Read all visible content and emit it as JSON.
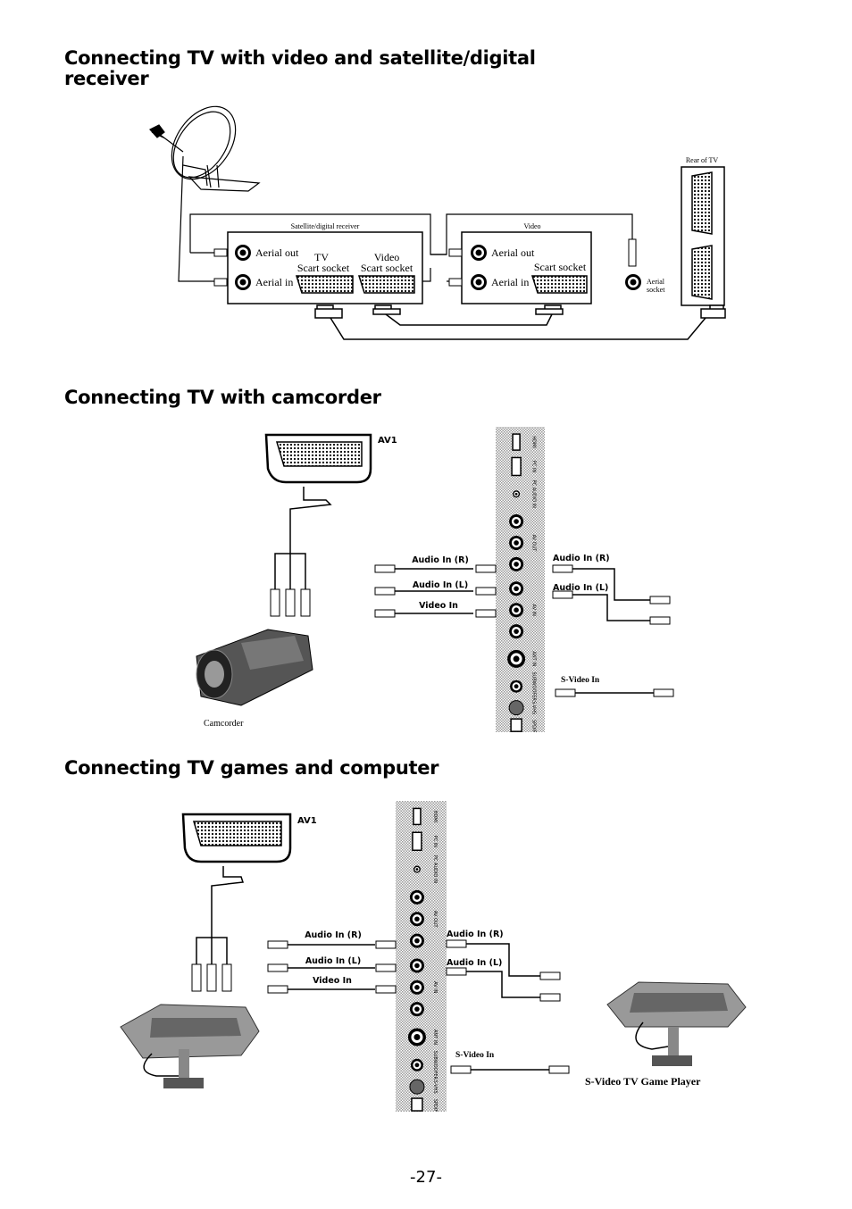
{
  "sections": [
    {
      "title": "Connecting TV with video and satellite/digital receiver"
    },
    {
      "title": "Connecting TV with camcorder"
    },
    {
      "title": "Connecting TV games and computer"
    }
  ],
  "diagram1": {
    "rear_of_tv": "Rear of TV",
    "receiver_label": "Satellite/digital receiver",
    "video_label": "Video",
    "aerial_out": "Aerial out",
    "aerial_in": "Aerial in",
    "tv": "TV",
    "video": "Video",
    "scart_socket": "Scart socket",
    "aerial": "Aerial",
    "socket": "socket"
  },
  "diagram2": {
    "av1": "AV1",
    "audio_in_r": "Audio In (R)",
    "audio_in_l": "Audio In (L)",
    "video_in": "Video In",
    "s_video_in": "S-Video In",
    "camcorder": "Camcorder"
  },
  "diagram3": {
    "av1": "AV1",
    "audio_in_r": "Audio In (R)",
    "audio_in_l": "Audio In (L)",
    "video_in": "Video In",
    "s_video_in": "S-Video In",
    "game_player": "S-Video TV Game Player"
  },
  "panel_ports": [
    "HDMI",
    "PC IN",
    "PC AUDIO IN",
    "AV OUT",
    "AV IN",
    "ANT IN",
    "SUBWOOFER",
    "S-VHS",
    "SPDIF"
  ],
  "page_number": "-27-"
}
